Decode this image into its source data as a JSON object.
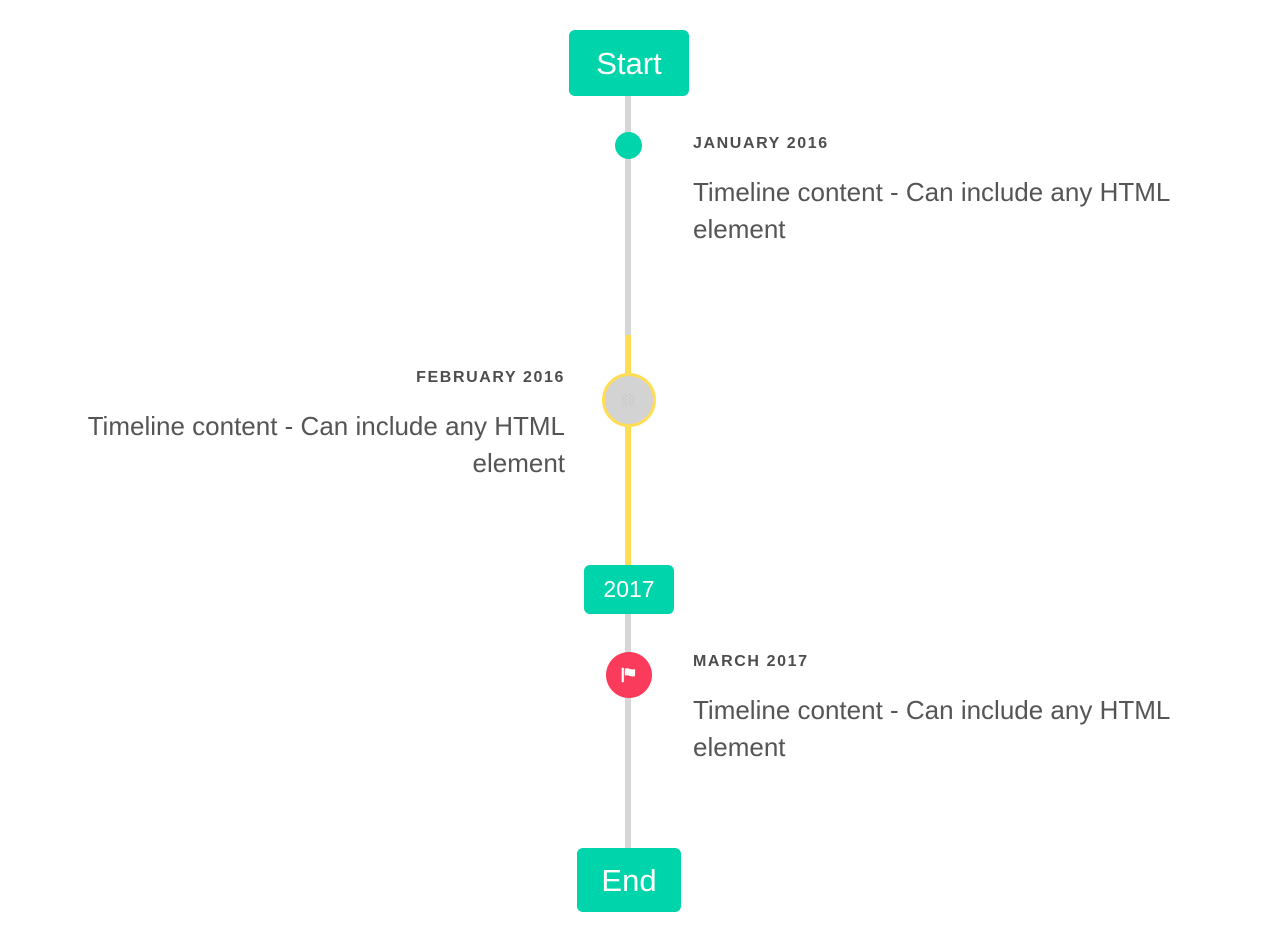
{
  "colors": {
    "accent_teal": "#00d4ab",
    "line_gray": "#d6d6d6",
    "line_active_yellow": "#ffdd55",
    "marker_pink": "#fb3b5c",
    "marker_gray": "#d3d3d3",
    "text_dark": "#4d4d4d",
    "text_body": "#555555",
    "background": "#ffffff"
  },
  "timeline": {
    "start_label": "Start",
    "year_label": "2017",
    "end_label": "End",
    "entries": [
      {
        "id": "january-2016",
        "eyebrow": "JANUARY 2016",
        "body": "Timeline content - Can include any HTML element",
        "side": "right",
        "marker": "dot-icon"
      },
      {
        "id": "february-2016",
        "eyebrow": "FEBRUARY 2016",
        "body": "Timeline content - Can include any HTML element",
        "side": "left",
        "marker": "missing-glyph-icon",
        "marker_glyph": "░░"
      },
      {
        "id": "march-2017",
        "eyebrow": "MARCH 2017",
        "body": "Timeline content - Can include any HTML element",
        "side": "right",
        "marker": "flag-icon"
      }
    ]
  }
}
